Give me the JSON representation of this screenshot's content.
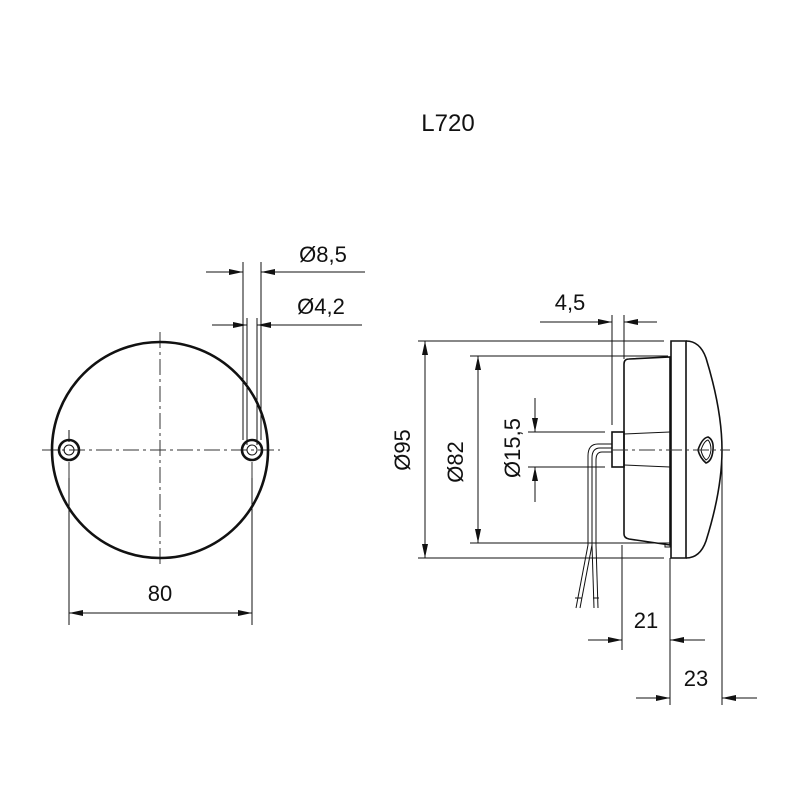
{
  "title": "L720",
  "front_view": {
    "hole_spacing": "80",
    "hole_outer_diameter": "Ø8,5",
    "hole_inner_diameter": "Ø4,2"
  },
  "side_view": {
    "outer_diameter": "Ø95",
    "housing_diameter": "Ø82",
    "boss_diameter": "Ø15,5",
    "boss_length": "4,5",
    "housing_depth": "21",
    "total_depth": "23"
  },
  "colors": {
    "line": "#111111",
    "background": "#ffffff"
  }
}
